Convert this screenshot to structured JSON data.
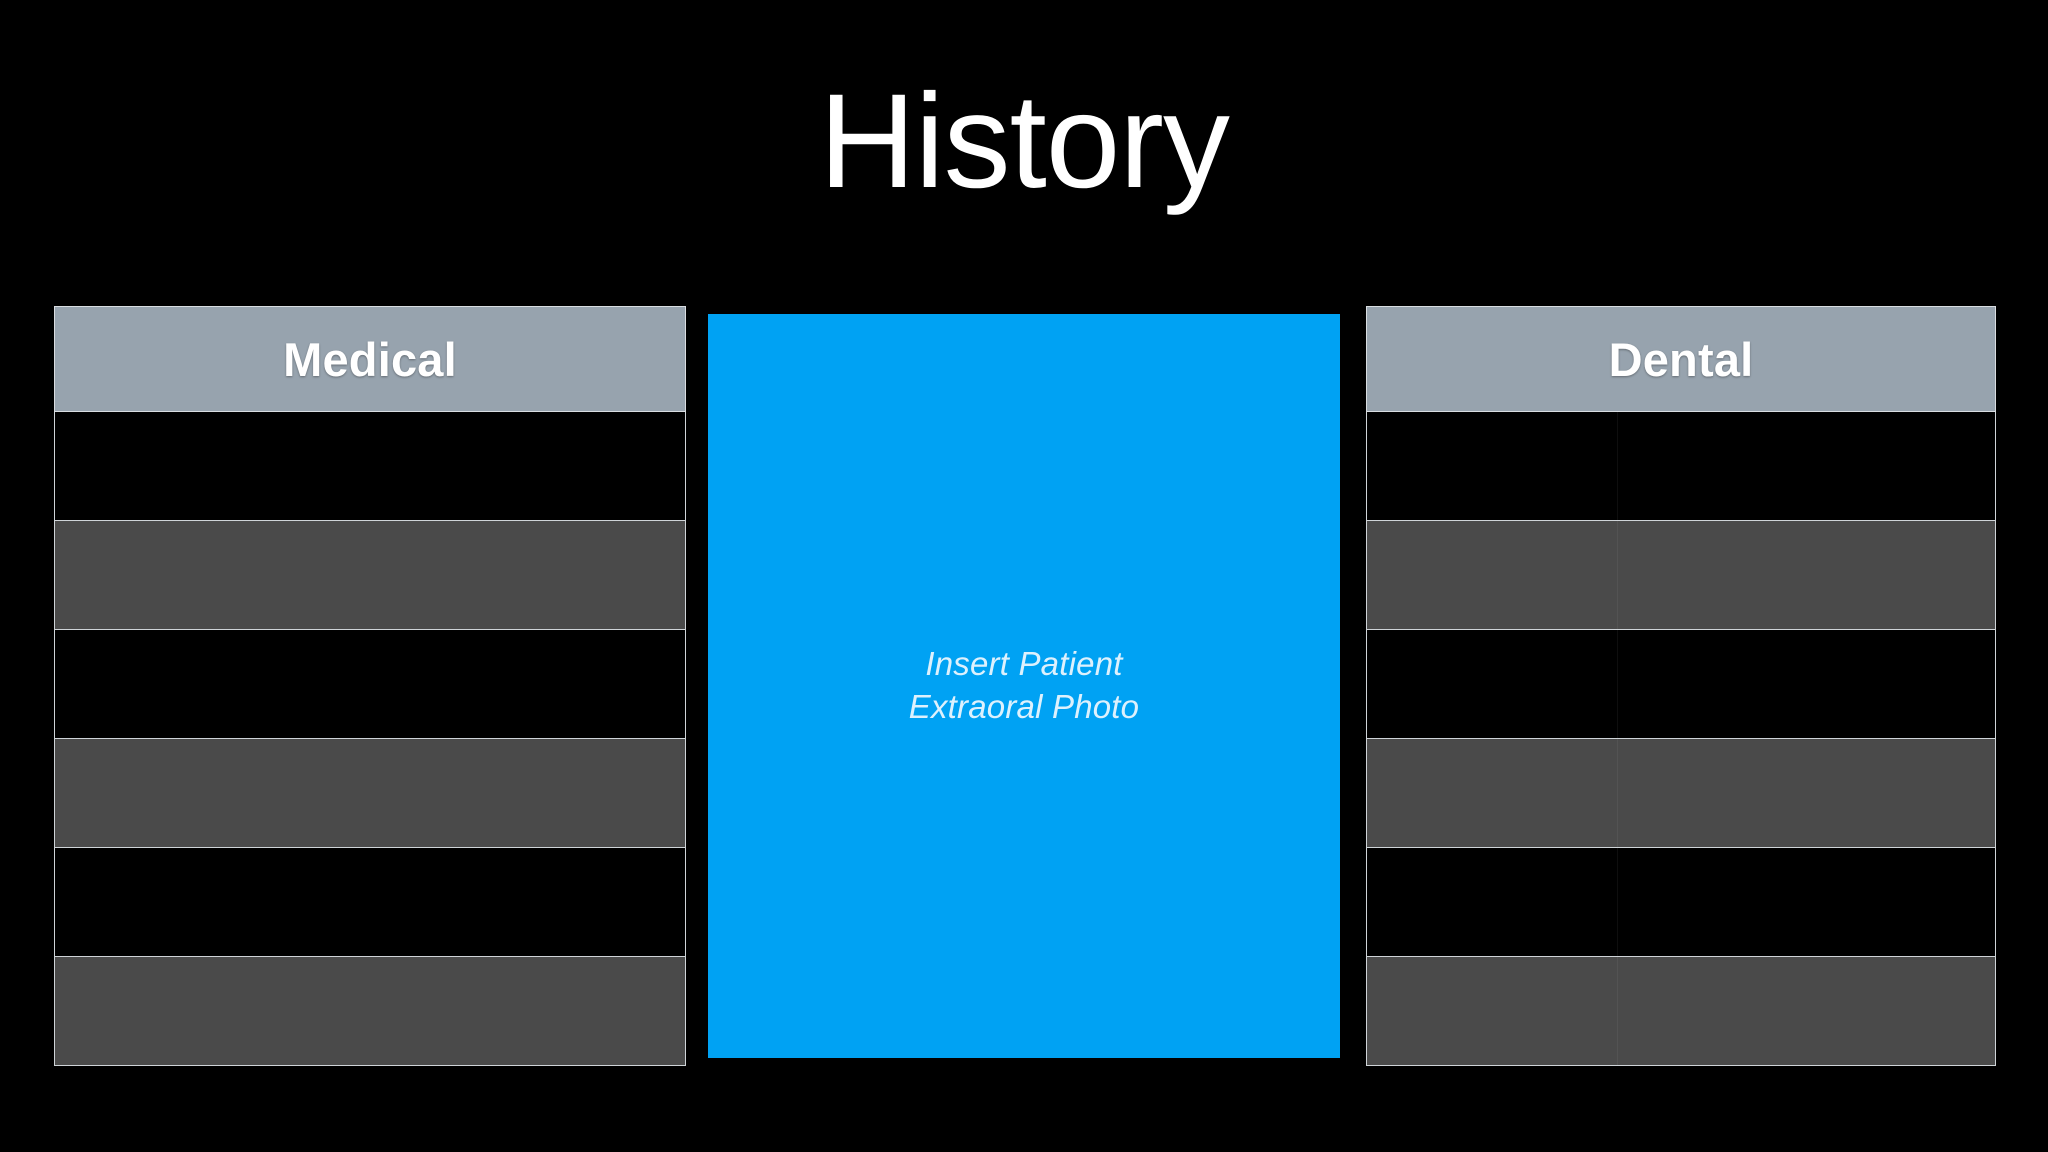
{
  "slide": {
    "title": "History",
    "background_color": "#000000"
  },
  "colors": {
    "background": "#000000",
    "header_band": "#97a3ae",
    "row_dark": "#000000",
    "row_gray": "#4a4a4a",
    "row_border": "#cfd4d8",
    "title_text": "#ffffff",
    "header_text": "#ffffff",
    "photo_placeholder_fill": "#00A2F3",
    "photo_placeholder_text": "#ddf1fd"
  },
  "tables": [
    {
      "id": "medical",
      "header": "Medical",
      "rows": [
        {
          "shade": "dark",
          "cells": [
            "",
            ""
          ]
        },
        {
          "shade": "gray",
          "cells": [
            "",
            ""
          ]
        },
        {
          "shade": "dark",
          "cells": [
            "",
            ""
          ]
        },
        {
          "shade": "gray",
          "cells": [
            "",
            ""
          ]
        },
        {
          "shade": "dark",
          "cells": [
            "",
            ""
          ]
        },
        {
          "shade": "gray",
          "cells": [
            "",
            ""
          ]
        }
      ]
    },
    {
      "id": "dental",
      "header": "Dental",
      "rows": [
        {
          "shade": "dark",
          "cells": [
            "",
            ""
          ]
        },
        {
          "shade": "gray",
          "cells": [
            "",
            ""
          ]
        },
        {
          "shade": "dark",
          "cells": [
            "",
            ""
          ]
        },
        {
          "shade": "gray",
          "cells": [
            "",
            ""
          ]
        },
        {
          "shade": "dark",
          "cells": [
            "",
            ""
          ]
        },
        {
          "shade": "gray",
          "cells": [
            "",
            ""
          ]
        }
      ]
    }
  ],
  "photo_placeholder": {
    "text": "Insert Patient\nExtraoral Photo"
  }
}
